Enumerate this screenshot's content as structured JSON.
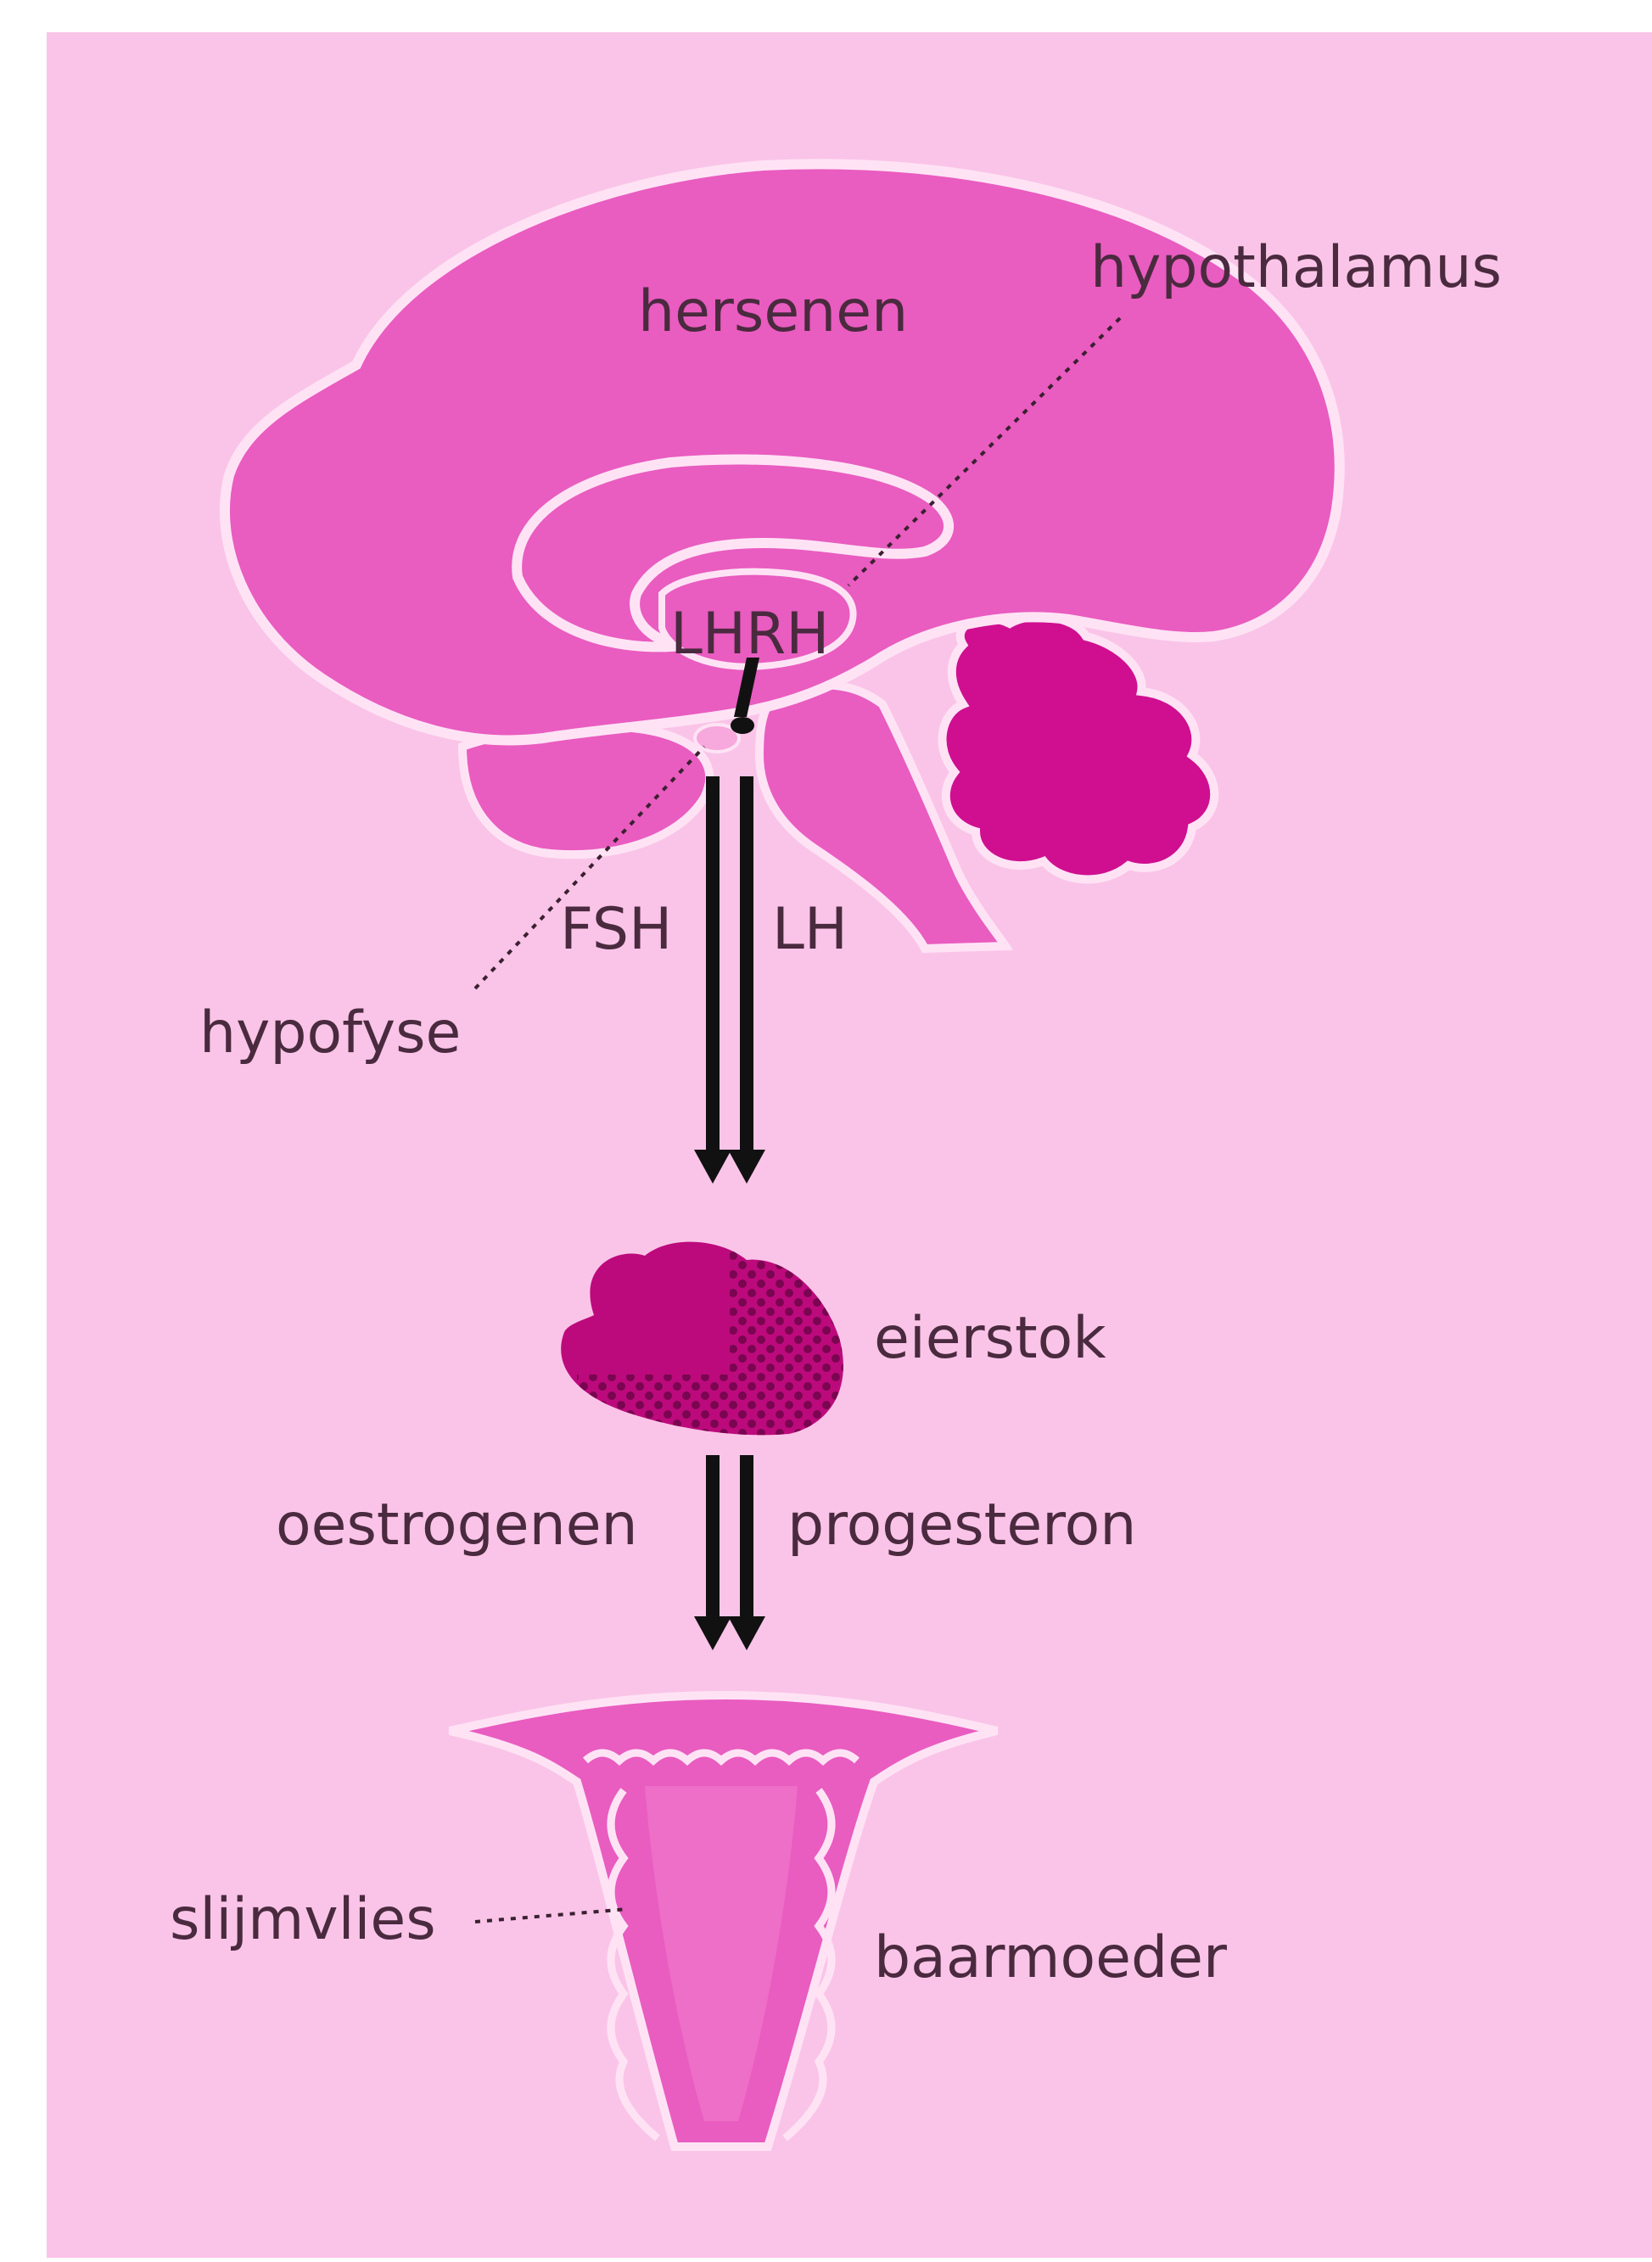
{
  "labels": {
    "brain": "hersenen",
    "hypothalamus": "hypothalamus",
    "lhrh": "LHRH",
    "fsh": "FSH",
    "lh": "LH",
    "pituitary": "hypofyse",
    "ovary": "eierstok",
    "estrogens": "oestrogenen",
    "progesterone": "progesteron",
    "mucosa": "slijmvlies",
    "uterus": "baarmoeder"
  },
  "colors": {
    "background": "#fac4e8",
    "brain": "#e95cc0",
    "cerebellum": "#cf0f90",
    "ovary": "#bc0a7c",
    "uterus": "#e95cc0",
    "outline": "#ffe3f5",
    "arrow": "#111111"
  }
}
